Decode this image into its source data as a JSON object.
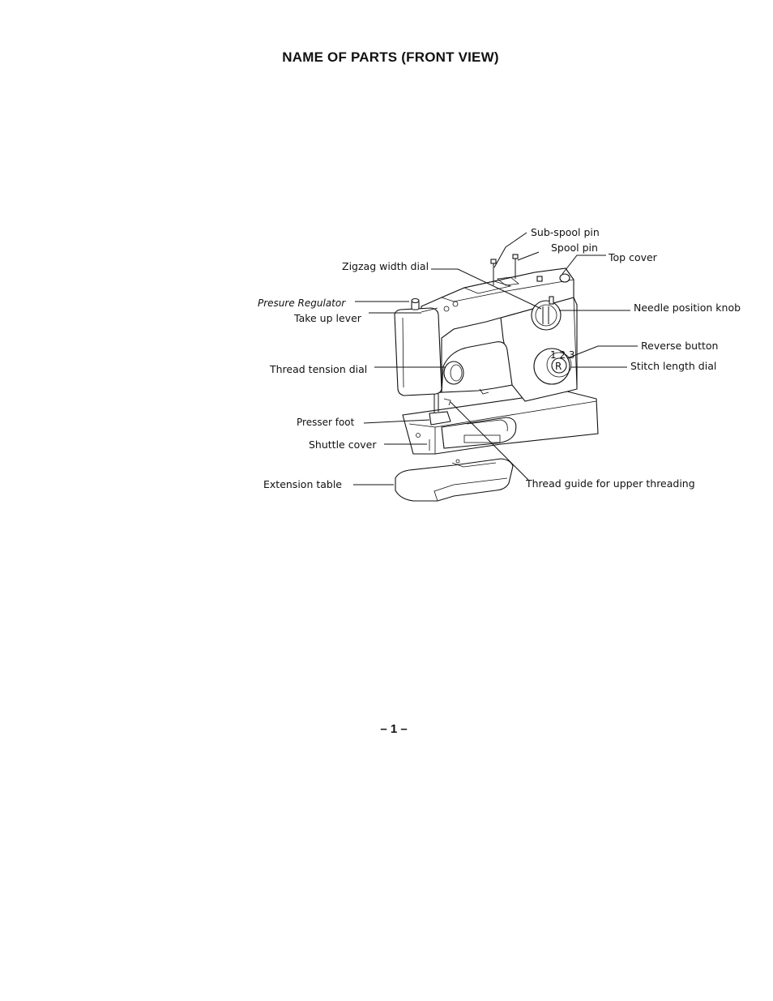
{
  "title": "NAME OF PARTS (FRONT VIEW)",
  "labels": {
    "sub_spool_pin": "Sub-spool pin",
    "spool_pin": "Spool pin",
    "top_cover": "Top cover",
    "zigzag_width_dial": "Zigzag width dial",
    "presure_regulator": "Presure Regulator",
    "take_up_lever": "Take up lever",
    "needle_position_knob": "Needle position knob",
    "reverse_button": "Reverse button",
    "stitch_length_dial": "Stitch length dial",
    "thread_tension_dial": "Thread tension dial",
    "presser_foot": "Presser foot",
    "shuttle_cover": "Shuttle cover",
    "extension_table": "Extension table",
    "thread_guide": "Thread guide for upper threading"
  },
  "page_number": "– 1 –"
}
